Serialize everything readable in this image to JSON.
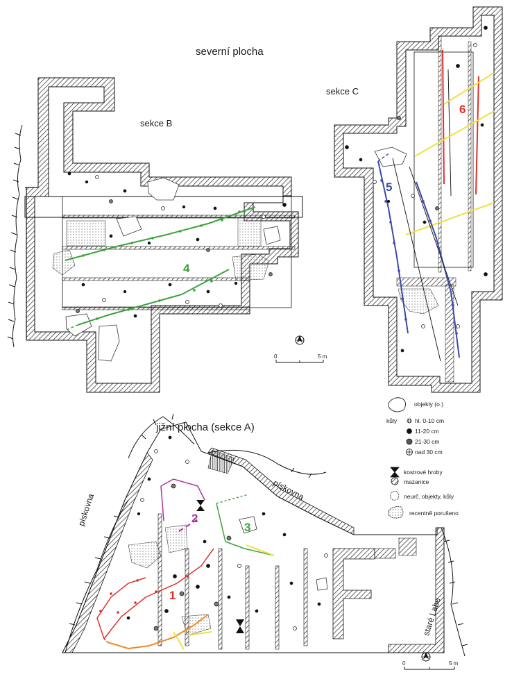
{
  "labels": {
    "north_title": "severní plocha",
    "south_title": "jižní plocha (sekce A)",
    "section_b": "sekce B",
    "section_c": "sekce C",
    "piskovna_left": "pískovna",
    "piskovna_right": "pískovna",
    "stare_labe": "staré Labe"
  },
  "transect_numbers": [
    {
      "id": "1",
      "color": "#e0302a"
    },
    {
      "id": "2",
      "color": "#b0309a"
    },
    {
      "id": "3",
      "color": "#3aa33a"
    },
    {
      "id": "4",
      "color": "#3aa33a"
    },
    {
      "id": "5",
      "color": "#3a4aa8"
    },
    {
      "id": "6",
      "color": "#e0302a"
    }
  ],
  "scales": [
    {
      "start": "0",
      "end": "5 m"
    },
    {
      "start": "0",
      "end": "5 m"
    }
  ],
  "legend": {
    "objects": "objekty (o.)",
    "posts_label": "kůly",
    "posts": [
      "hl. 0-10 cm",
      "11-20 cm",
      "21-30 cm",
      "nad 30 cm"
    ],
    "graves": "kostrové hroby",
    "daub": "mazanice",
    "undetermined": "neurč. objekty, kůly",
    "disturbed": "recentně porušeno"
  },
  "colors": {
    "red": "#e0302a",
    "magenta": "#b0309a",
    "green": "#3aa33a",
    "blue": "#3a4aa8",
    "yellow": "#f0e040",
    "orange": "#f08a20"
  }
}
